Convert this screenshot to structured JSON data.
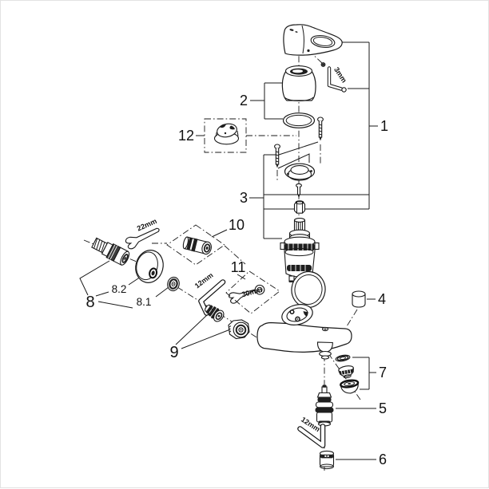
{
  "figure": {
    "type": "exploded-parts-diagram",
    "subject": "single-lever bath/shower mixer",
    "background": "#ffffff",
    "line_color": "#1a1a1a"
  },
  "labels": {
    "part1": "1",
    "part2": "2",
    "part3": "3",
    "part4": "4",
    "part5": "5",
    "part6": "6",
    "part7": "7",
    "part8": "8",
    "part8_1": "8.1",
    "part8_2": "8.2",
    "part9": "9",
    "part10": "10",
    "part11": "11",
    "part12": "12"
  },
  "tools": {
    "hex_key_top": "3mm",
    "open_wrench_left": "22mm",
    "hex_key_inlet": "12mm",
    "open_wrench_box": "30mm",
    "hex_key_bottom": "12mm"
  }
}
